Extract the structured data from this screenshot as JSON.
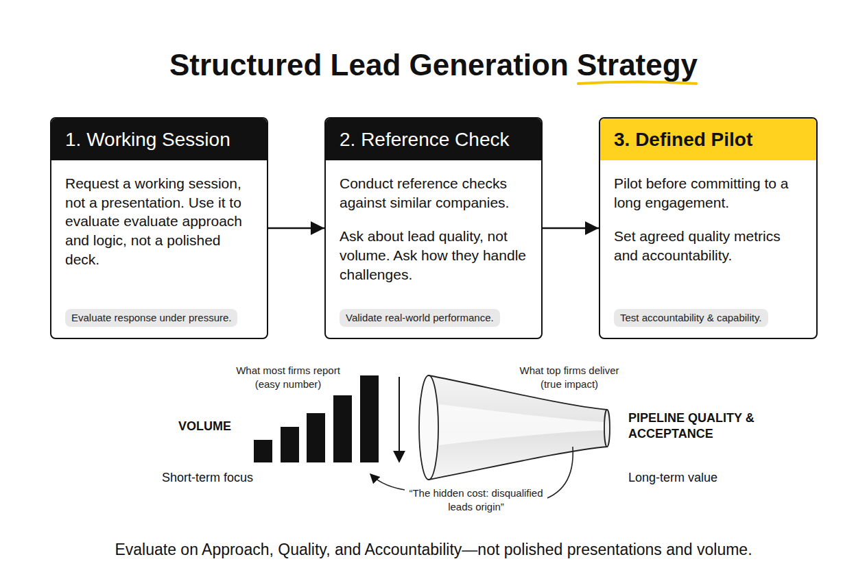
{
  "diagram": {
    "title": "Structured Lead Generation Strategy",
    "caption": "Evaluate on Approach, Quality, and Accountability—not polished presentations and volume.",
    "nodes": [
      {
        "text": [
          "1. Working Session",
          "Request a working session, not a presentation. Use it to evaluate evaluate approach and logic, not a polished deck."
        ]
      },
      {
        "text": [
          "Evaluate response under pressure."
        ],
        "in": 0
      },
      {
        "text": [
          "2. Reference Check",
          "Conduct reference checks against similar companies.",
          "Ask about lead quality, not volume. Ask how they handle challenges."
        ]
      },
      {
        "text": [
          "Validate real-world performance."
        ],
        "in": 2
      },
      {
        "text": [
          "3. Defined Pilot",
          "Pilot before committing to a long engagement.",
          "Set agreed quality metrics and accountability."
        ]
      },
      {
        "text": [
          "Test accountability & capability."
        ],
        "in": 4
      }
    ],
    "edges": [
      {
        "from": 0,
        "to": 2,
        "arrow": "to"
      },
      {
        "from": 2,
        "to": 4,
        "arrow": "to"
      }
    ],
    "labels": [
      "What most firms report (easy number)",
      "VOLUME",
      "Short-term focus",
      "What top firms deliver (true impact)",
      "PIPELINE QUALITY & ACCEPTANCE",
      "Long-term value",
      "“The hidden cost: disqualified leads origin”"
    ]
  }
}
